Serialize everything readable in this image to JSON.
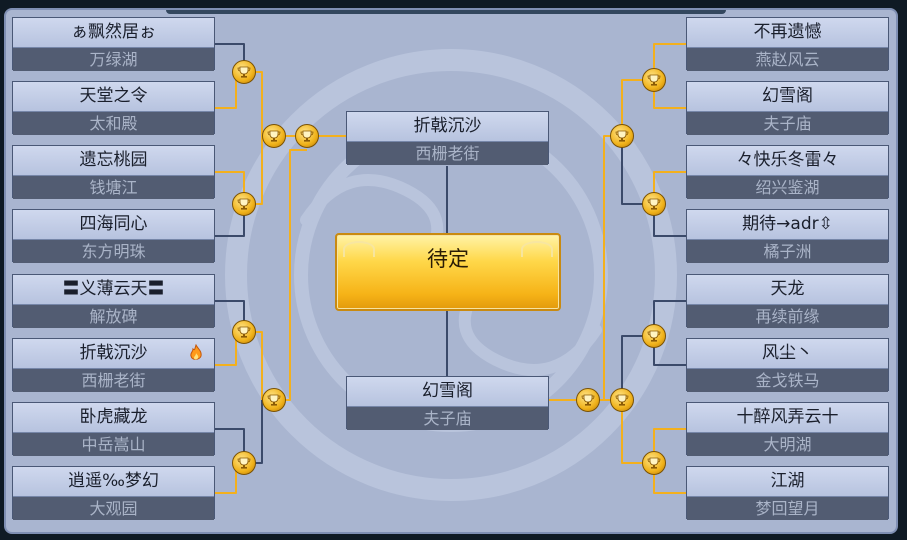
{
  "left_bracket": [
    {
      "name": "ぁ飘然居ぉ",
      "server": "万绿湖"
    },
    {
      "name": "天堂之令",
      "server": "太和殿"
    },
    {
      "name": "遗忘桃园",
      "server": "钱塘江"
    },
    {
      "name": "四海同心",
      "server": "东方明珠"
    },
    {
      "name": "〓义薄云天〓",
      "server": "解放碑"
    },
    {
      "name": "折戟沉沙",
      "server": "西栅老街",
      "icon": "flame-icon"
    },
    {
      "name": "卧虎藏龙",
      "server": "中岳嵩山"
    },
    {
      "name": "逍遥‰梦幻",
      "server": "大观园"
    }
  ],
  "right_bracket": [
    {
      "name": "不再遗憾",
      "server": "燕赵风云"
    },
    {
      "name": "幻雪阁",
      "server": "夫子庙"
    },
    {
      "name": "々快乐冬雷々",
      "server": "绍兴鉴湖"
    },
    {
      "name": "期待→adr⇳",
      "server": "橘子洲"
    },
    {
      "name": "天龙",
      "server": "再续前缘"
    },
    {
      "name": "风尘丶",
      "server": "金戈铁马"
    },
    {
      "name": "十醉风弄云十",
      "server": "大明湖"
    },
    {
      "name": "江湖",
      "server": "梦回望月"
    }
  ],
  "finalists": {
    "upper": {
      "name": "折戟沉沙",
      "server": "西栅老街"
    },
    "lower": {
      "name": "幻雪阁",
      "server": "夫子庙"
    }
  },
  "champion": {
    "label": "待定"
  },
  "colors": {
    "panel_bg": "#a9b5d0",
    "name_bar": "#c4cde6",
    "server_bar": "#525c72",
    "connector_gold": "#f3b01d",
    "connector_dark": "#3b4a6a",
    "winner_gold": "#ffd84a"
  },
  "icons": [
    "trophy-icon",
    "flame-icon"
  ]
}
